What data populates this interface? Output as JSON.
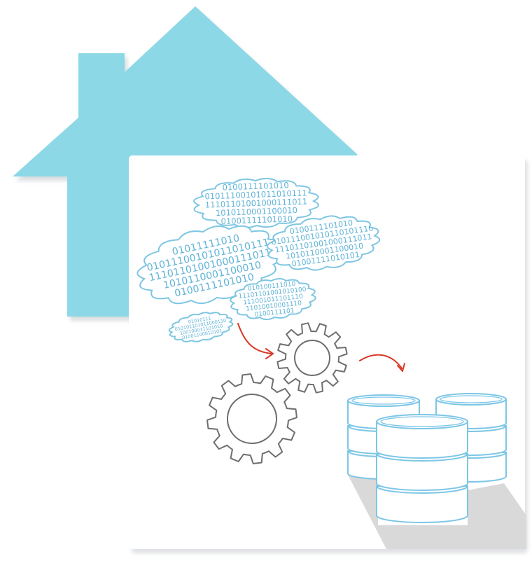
{
  "colors": {
    "house": "#8dd8e6",
    "house_shadow": "#b9c2c7",
    "panel": "#ffffff",
    "panel_shadow": "#c9ced2",
    "cloud_stroke": "#7ec6e3",
    "cloud_fill": "#ffffff",
    "binary_text": "#5fb3d6",
    "gear_stroke": "#6e6e6e",
    "arrow": "#d83a26",
    "db_stroke": "#7cc6e6",
    "db_shadow": "#d9d9d9"
  },
  "icons": {
    "house": "house-icon",
    "clouds": "cloud-icon",
    "gears": "gear-icon",
    "arrows": "arrow-icon",
    "databases": "database-icon"
  },
  "clouds": [
    {
      "lines": [
        "0100111101010",
        "01011100101011010111",
        "11101101001000111011",
        "1010110001100010",
        "01001111101010"
      ]
    },
    {
      "lines": [
        "01011111010",
        "01011100101011010111",
        "11101101001000111011",
        "1010110001100010",
        "0100111101010"
      ]
    },
    {
      "lines": [
        "0100111101010",
        "010111001010110101110",
        "11101101001000111011",
        "1010110001100010",
        "01001111010101"
      ]
    },
    {
      "lines": [
        "010100111010",
        "11101101001010100",
        "111001011101110",
        "11010010001110",
        "0100111101"
      ]
    },
    {
      "lines": [
        "01010111",
        "010101101011000110",
        "100100011101010",
        "01001100010101"
      ]
    }
  ]
}
